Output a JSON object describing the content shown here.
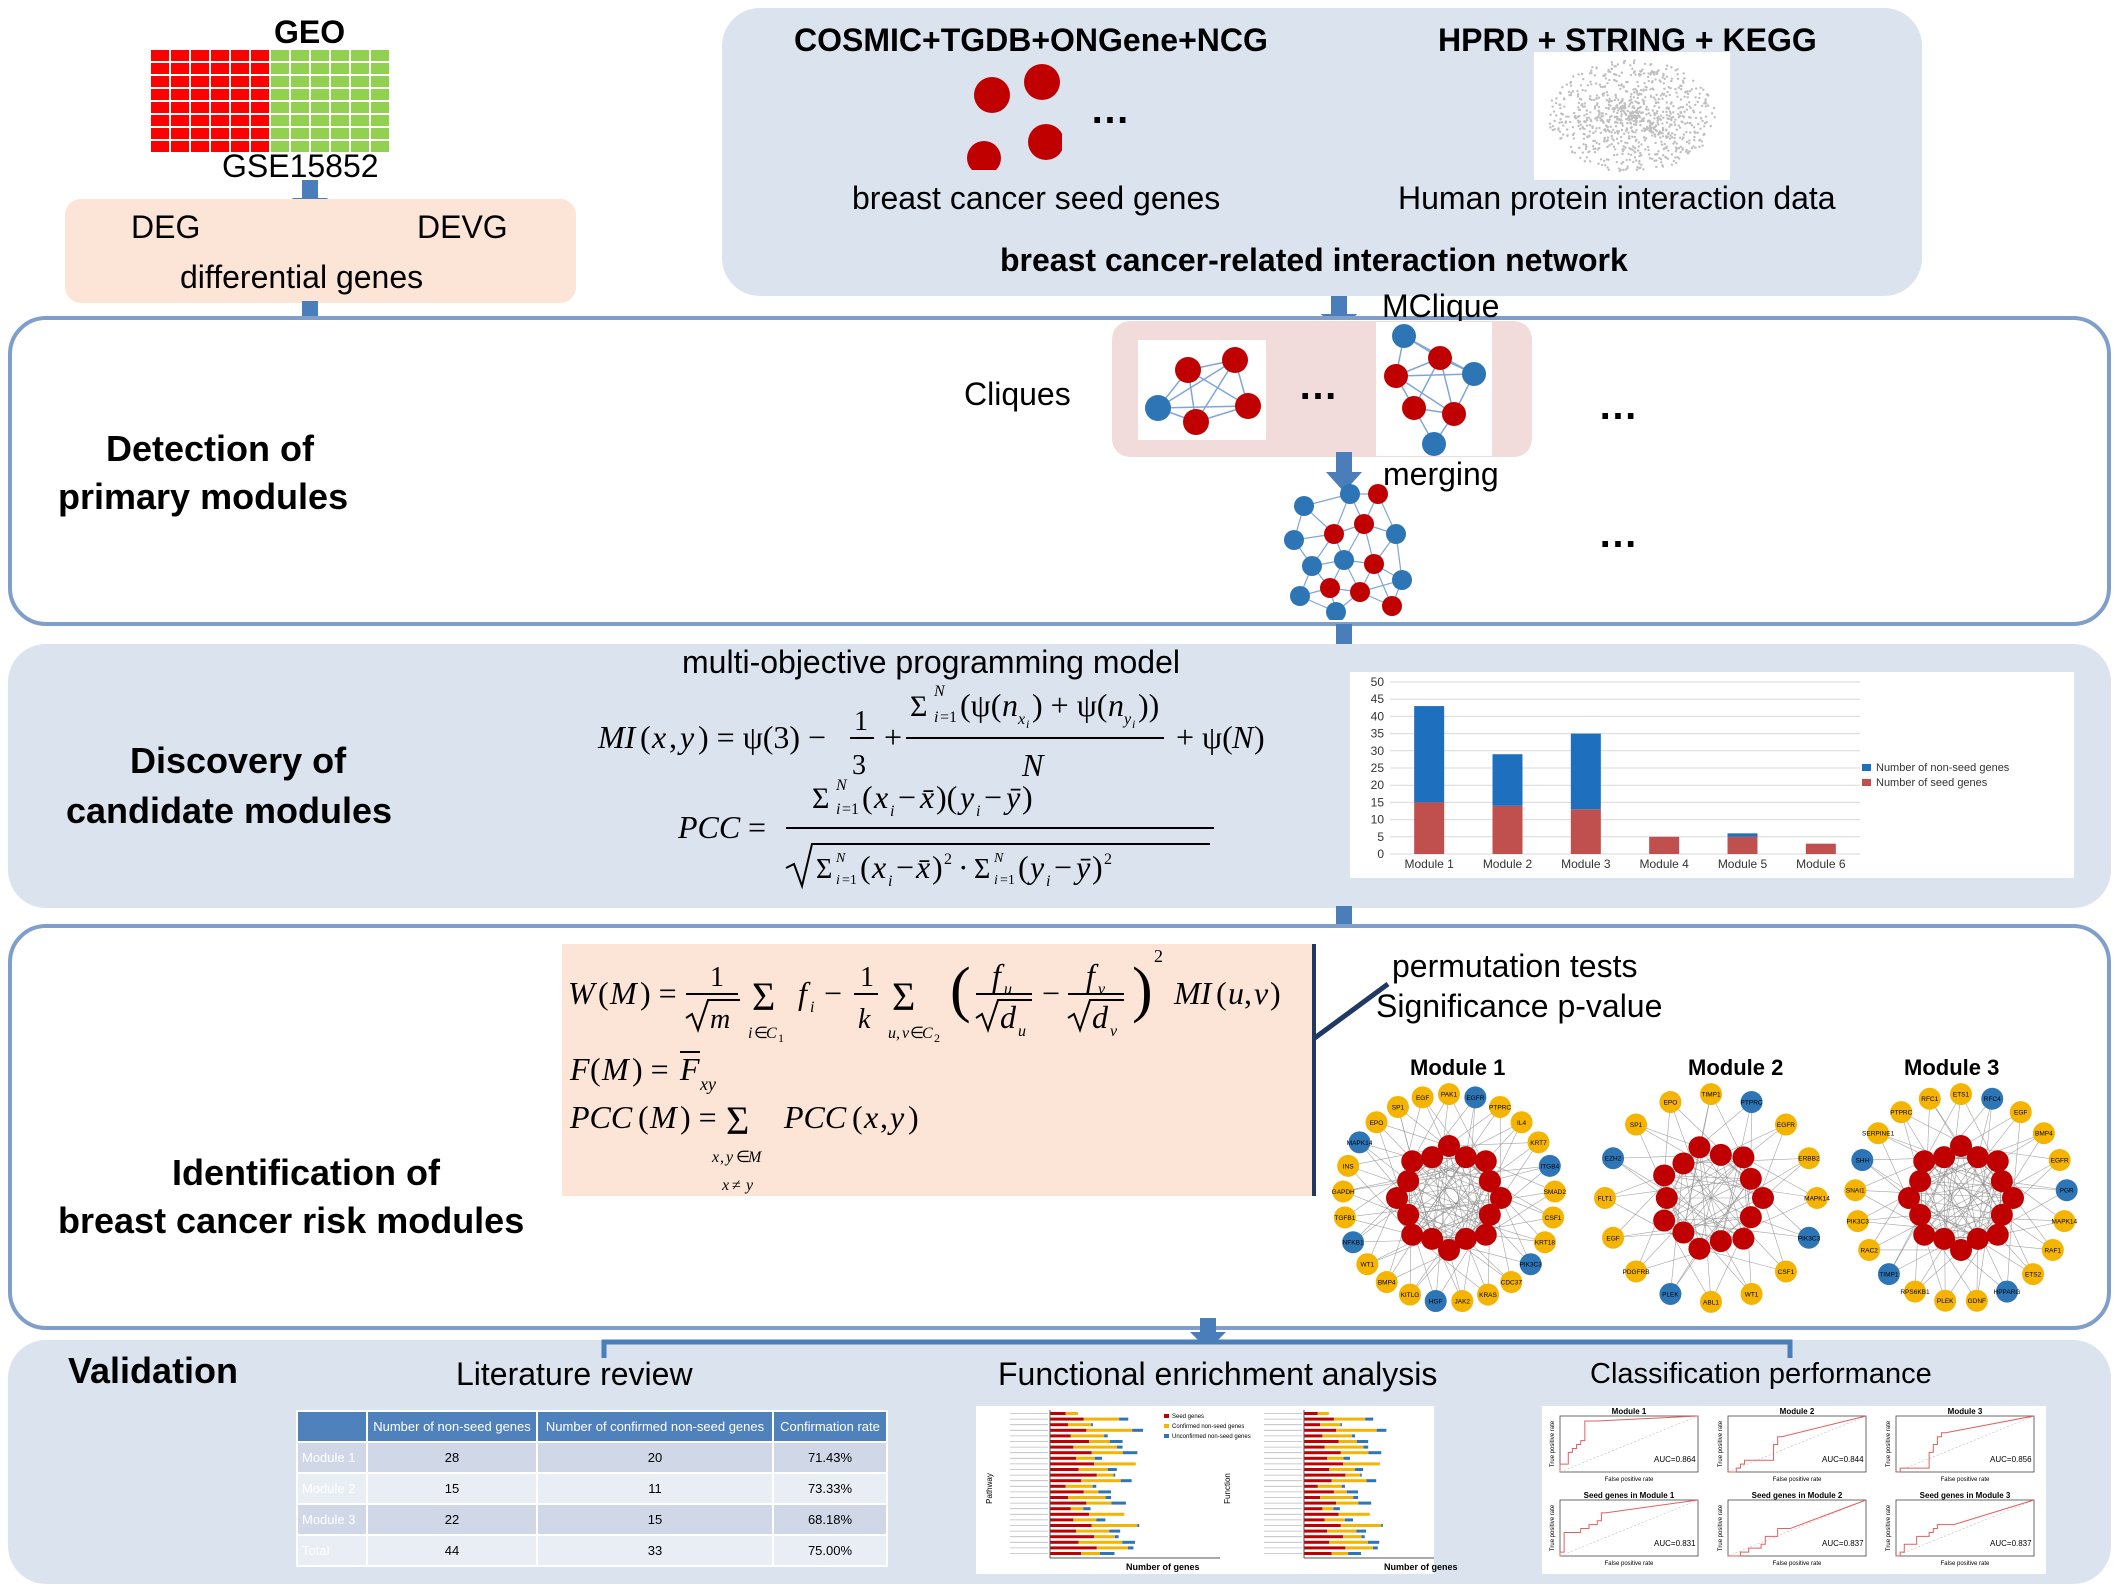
{
  "geo": {
    "title": "GEO",
    "dataset": "GSE15852"
  },
  "deg_box": {
    "left": "DEG",
    "right": "DEVG",
    "bottom": "differential genes"
  },
  "top_right": {
    "db_left": "COSMIC+TGDB+ONGene+NCG",
    "db_right": "HPRD + STRING + KEGG",
    "ellipsis": "…",
    "seed_caption": "breast cancer seed genes",
    "ppi_caption": "Human protein interaction data",
    "network_caption": "breast cancer-related interaction network"
  },
  "detection": {
    "title_l1": "Detection of",
    "title_l2": "primary modules",
    "mclique": "MClique",
    "cliques": "Cliques",
    "merging": "merging",
    "ellipsis": "…"
  },
  "discovery": {
    "title_l1": "Discovery of",
    "title_l2": "candidate modules",
    "model": "multi-objective programming model"
  },
  "identification": {
    "title_l1": "Identification of",
    "title_l2": "breast cancer risk modules",
    "perm": "permutation tests",
    "sig": "Significance p-value",
    "modules": [
      {
        "name": "Module 1",
        "labels": [
          "PAK1",
          "EGFR",
          "PTPRC",
          "IL4",
          "KRT7",
          "ITGB4",
          "SMAD2",
          "CSF1",
          "KRT18",
          "PIK3C3",
          "CDC37",
          "KRAS",
          "JAK2",
          "HGF",
          "KITLG",
          "BMP4",
          "WT1",
          "NFKB1",
          "TGFB1",
          "GAPDH",
          "INS",
          "MAPK14",
          "EPO",
          "SP1",
          "EGF"
        ]
      },
      {
        "name": "Module 2",
        "labels": [
          "TIMP1",
          "PTPRC",
          "EGFR",
          "ERBB2",
          "MAPK14",
          "PIK3C3",
          "CSF1",
          "WT1",
          "ABL1",
          "PLEK",
          "PDGFRB",
          "EGF",
          "FLT1",
          "EZH2",
          "SP1",
          "EPO"
        ]
      },
      {
        "name": "Module 3",
        "labels": [
          "ETS1",
          "RFC4",
          "EGF",
          "BMP4",
          "EGFR",
          "PGR",
          "MAPK14",
          "RAF1",
          "ETS2",
          "HPPARG",
          "GDNF",
          "PLEK",
          "RPS6KB1",
          "TIMP1",
          "RAC2",
          "PIK3C3",
          "SNAI1",
          "SHH",
          "SERPINE1",
          "PTPRC",
          "RFC1"
        ]
      }
    ]
  },
  "validation": {
    "title": "Validation",
    "lit_title": "Literature review",
    "func_title": "Functional enrichment analysis",
    "class_title": "Classification performance",
    "table": {
      "headers": [
        "",
        "Number of non-seed genes",
        "Number of confirmed non-seed genes",
        "Confirmation rate"
      ],
      "rows": [
        [
          "Module 1",
          "28",
          "20",
          "71.43%"
        ],
        [
          "Module 2",
          "15",
          "11",
          "73.33%"
        ],
        [
          "Module 3",
          "22",
          "15",
          "68.18%"
        ],
        [
          "Total",
          "44",
          "33",
          "75.00%"
        ]
      ]
    },
    "func_axes": {
      "y_left": "Pathway",
      "y_right": "Function",
      "x": "Number of genes"
    },
    "func_legend": [
      "Seed genes",
      "Confirmed non-seed genes",
      "Unconfirmed non-seed genes"
    ],
    "roc": [
      {
        "title": "Module 1",
        "auc": "AUC=0.864"
      },
      {
        "title": "Module 2",
        "auc": "AUC=0.844"
      },
      {
        "title": "Module 3",
        "auc": "AUC=0.856"
      },
      {
        "title": "Seed genes in Module 1",
        "auc": "AUC=0.831"
      },
      {
        "title": "Seed genes in Module 2",
        "auc": "AUC=0.837"
      },
      {
        "title": "Seed genes in Module 3",
        "auc": "AUC=0.837"
      }
    ],
    "roc_axes": {
      "x": "False positive rate",
      "y": "True positive rate"
    }
  },
  "colors": {
    "panel_blue": "#dbe3ef",
    "panel_border": "#7f9ec9",
    "peach": "#fce4d6",
    "arrow": "#4a7ebb",
    "red": "#c00000",
    "blue": "#2e75b6",
    "yellow": "#f4b400"
  },
  "chart_data": {
    "type": "bar",
    "categories": [
      "Module 1",
      "Module 2",
      "Module 3",
      "Module 4",
      "Module 5",
      "Module 6"
    ],
    "series": [
      {
        "name": "Number of seed genes",
        "values": [
          15,
          14,
          13,
          5,
          5,
          3
        ],
        "color": "#c0504d"
      },
      {
        "name": "Number of non-seed genes",
        "values": [
          28,
          15,
          22,
          0,
          1,
          0
        ],
        "color": "#1f6fbf"
      }
    ],
    "stacked": true,
    "ylim": [
      0,
      50
    ],
    "yticks": [
      0,
      5,
      10,
      15,
      20,
      25,
      30,
      35,
      40,
      45,
      50
    ],
    "legend": "right"
  }
}
